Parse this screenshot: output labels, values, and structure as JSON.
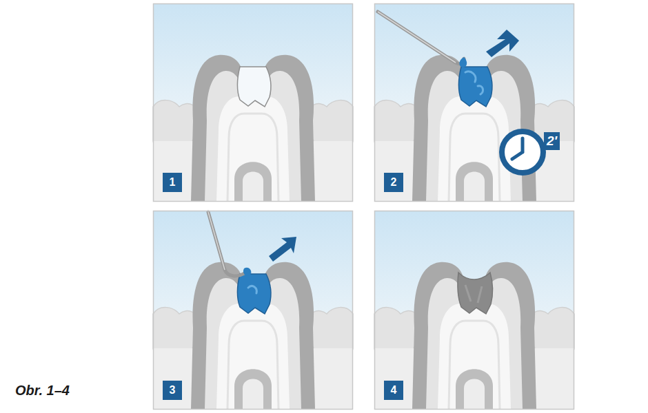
{
  "diagram": {
    "nodes": [
      {
        "text": [
          "1"
        ]
      },
      {
        "text": [
          "2"
        ]
      },
      {
        "text": [
          "3"
        ]
      },
      {
        "text": [
          "4"
        ]
      }
    ],
    "labels": [
      "2'",
      "Obr. 1–4"
    ]
  }
}
